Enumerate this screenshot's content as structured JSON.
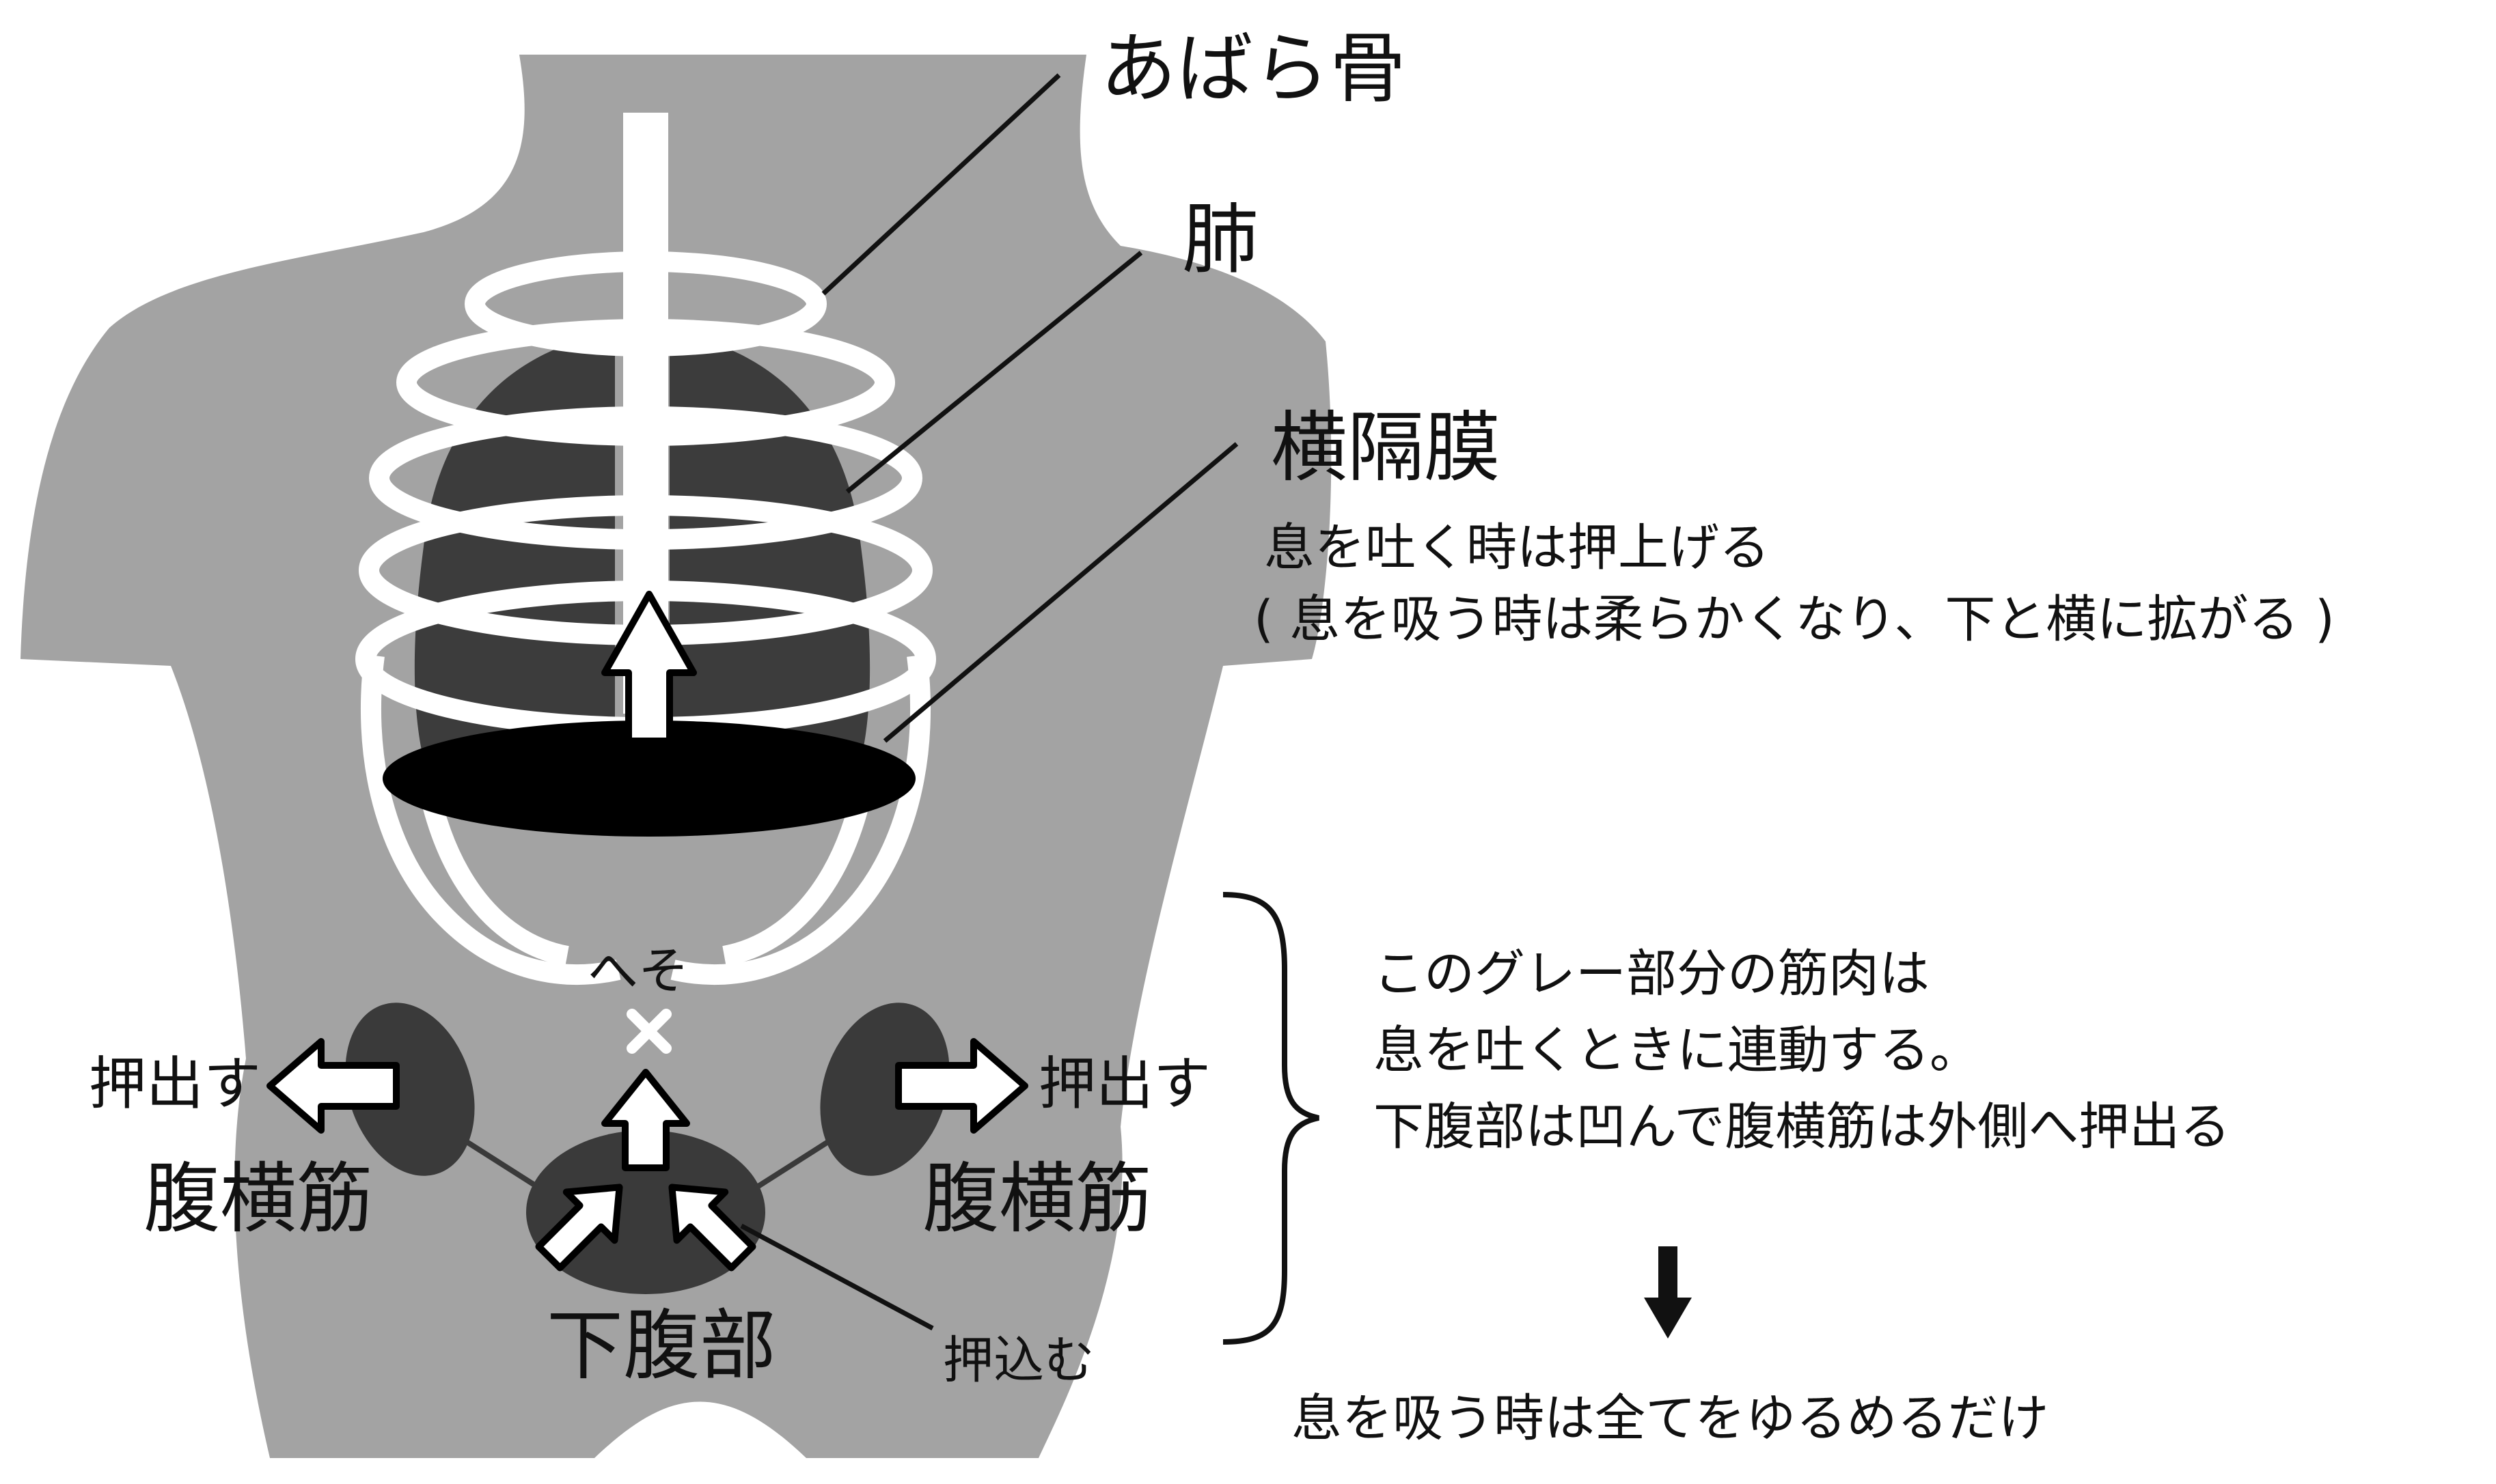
{
  "labels": {
    "ribs": "あばら骨",
    "lungs": "肺",
    "diaphragm": "横隔膜",
    "diaphragm_note_1": "息を吐く時は押上げる",
    "diaphragm_note_2": "( 息を吸う時は柔らかくなり、下と横に拡がる )",
    "navel": "へそ",
    "push_out_left": "押出す",
    "push_out_right": "押出す",
    "transversus_left": "腹横筋",
    "transversus_right": "腹横筋",
    "lower_abdomen": "下腹部",
    "push_in": "押込む",
    "muscle_note": [
      "このグレー部分の筋肉は",
      "息を吐くときに連動する。",
      "下腹部は凹んで腹横筋は外側へ押出る"
    ],
    "inhale_note": "息を吸う時は全てをゆるめるだけ"
  },
  "colors": {
    "body": "#a3a3a3",
    "lung": "#3c3c3c",
    "rib": "#ffffff",
    "diaphragm": "#000000",
    "muscle": "#3a3a3a",
    "line": "#111111"
  }
}
